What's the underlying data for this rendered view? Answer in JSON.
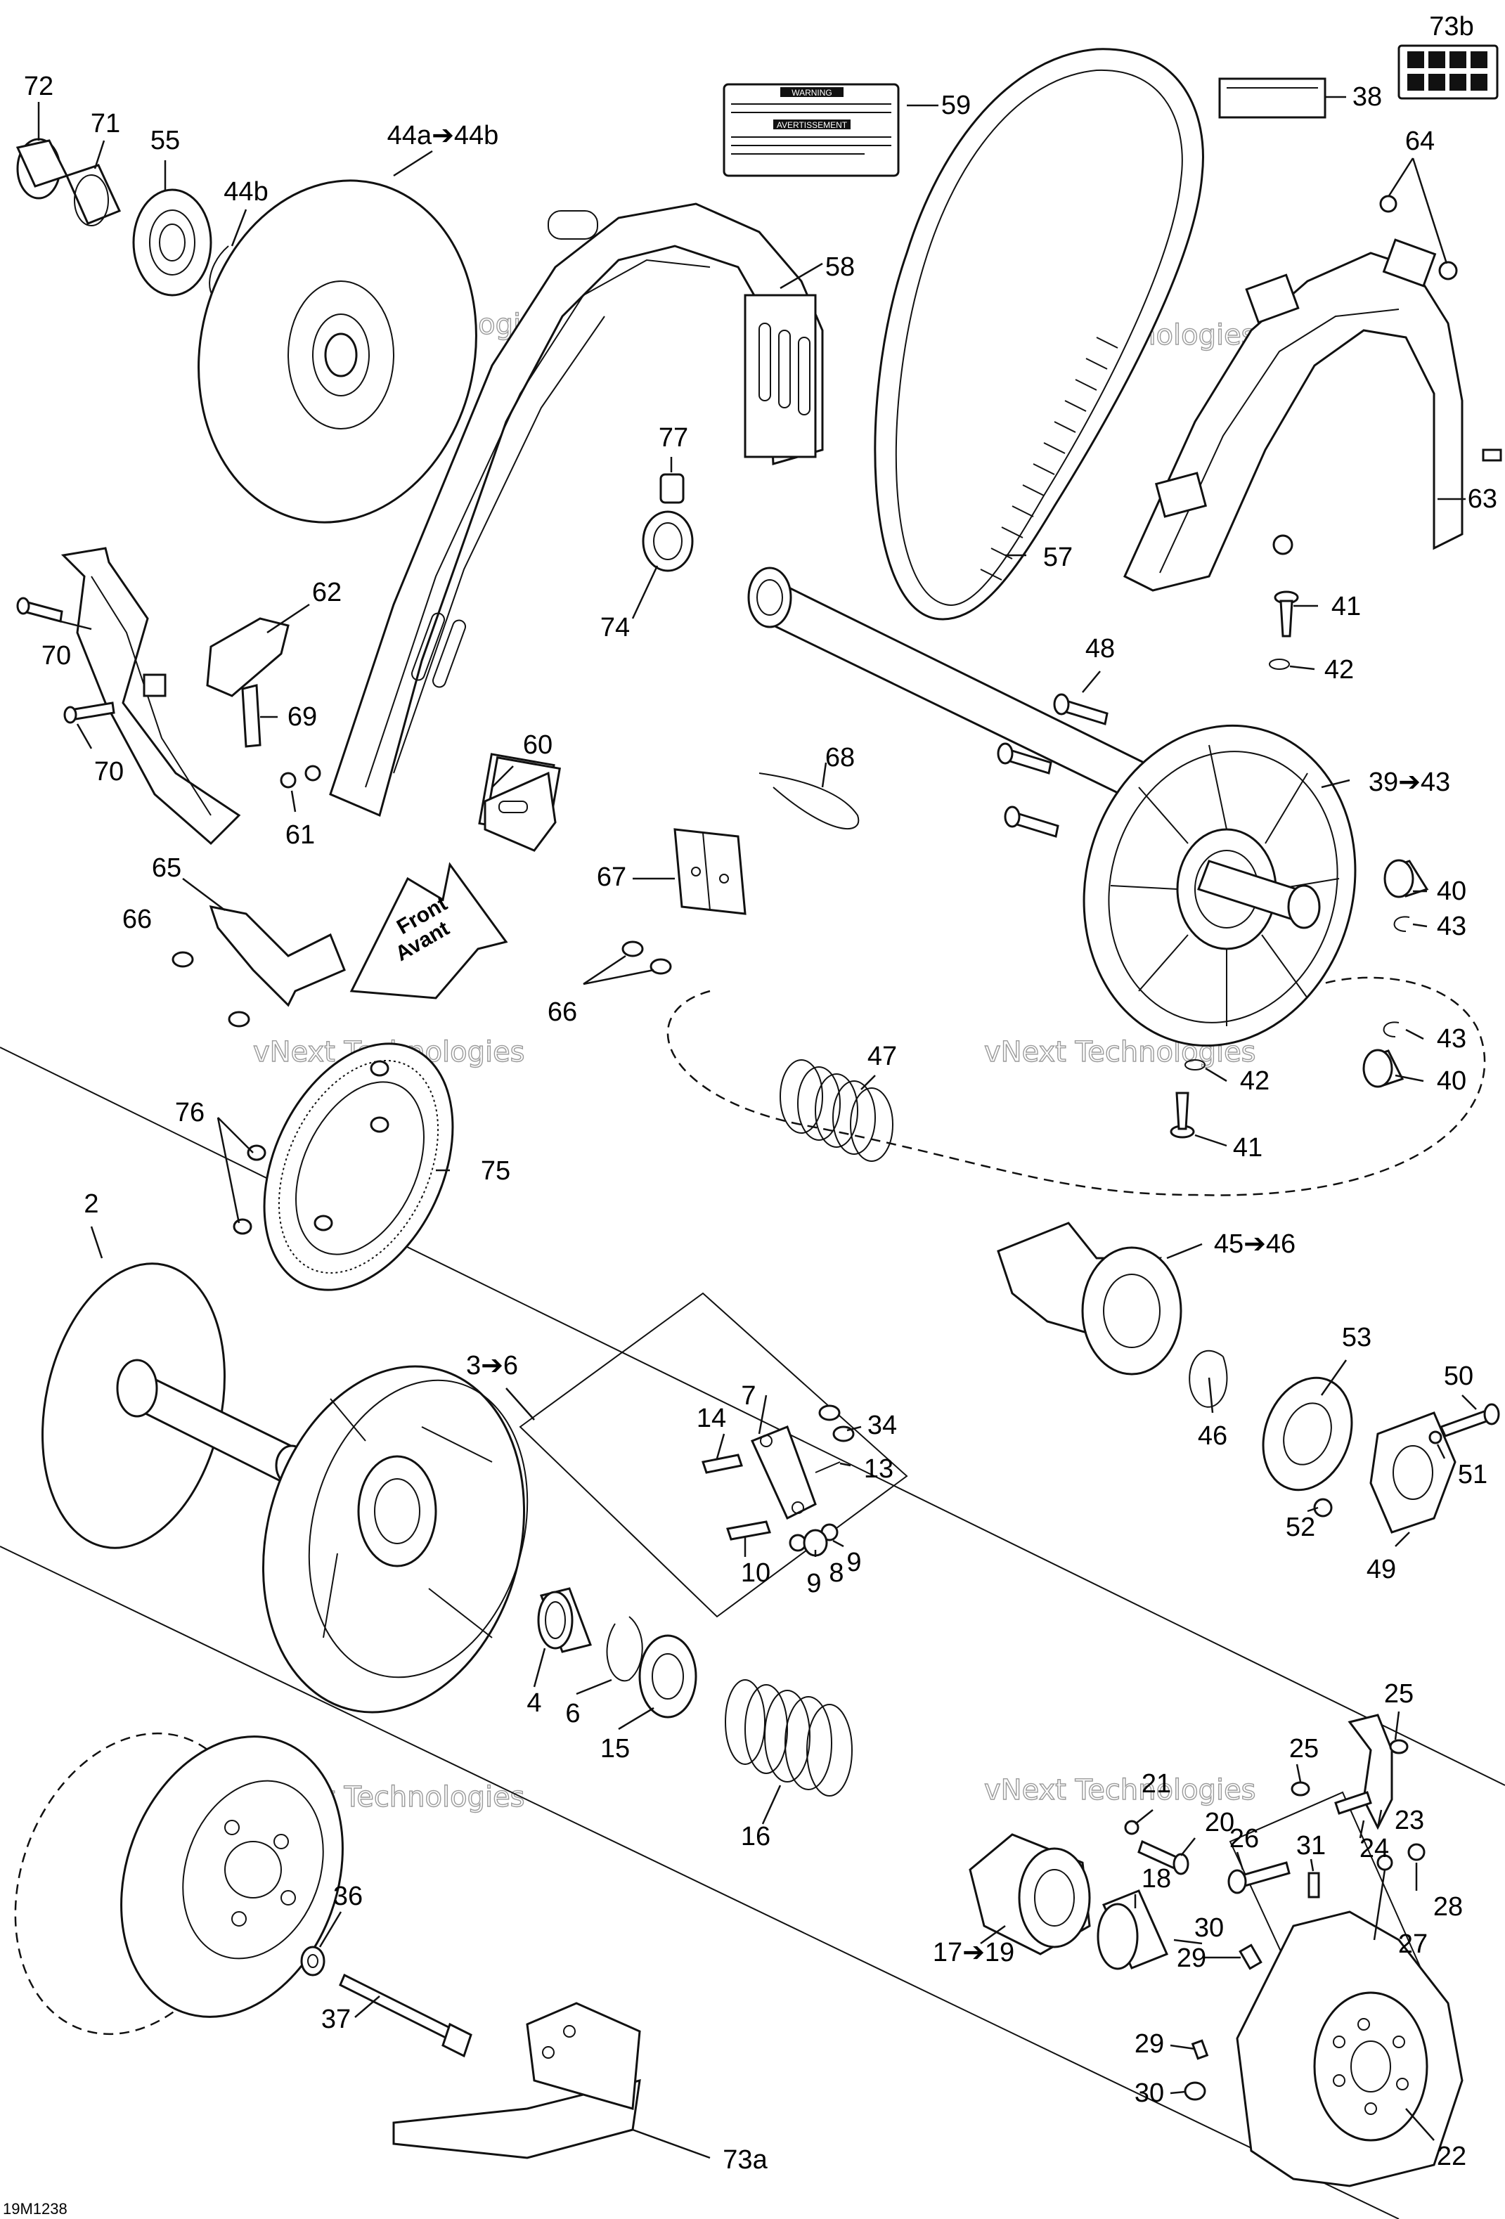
{
  "figure_code": "19M1238",
  "watermark": "vNext Technologies",
  "warning_decal": {
    "line1": "WARNING",
    "line2": "AVERTISSEMENT"
  },
  "front_arrow": {
    "line1": "Front",
    "line2": "Avant"
  },
  "callouts": {
    "c72": "72",
    "c71": "71",
    "c55": "55",
    "c44ab": "44a➔44b",
    "c44b": "44b",
    "c59": "59",
    "c73b": "73b",
    "c38": "38",
    "c64": "64",
    "c58": "58",
    "c77": "77",
    "c74": "74",
    "c57": "57",
    "c63": "63",
    "c62": "62",
    "c70a": "70",
    "c69": "69",
    "c70b": "70",
    "c60": "60",
    "c61": "61",
    "c41a": "41",
    "c42a": "42",
    "c48": "48",
    "c68": "68",
    "c39": "39➔43",
    "c65": "65",
    "c66a": "66",
    "c67": "67",
    "c40a": "40",
    "c43a": "43",
    "c66b": "66",
    "c43b": "43",
    "c47": "47",
    "c42b": "42",
    "c40b": "40",
    "c76": "76",
    "c75": "75",
    "c41b": "41",
    "c2": "2",
    "c45": "45➔46",
    "c3": "3➔6",
    "c53": "53",
    "c50": "50",
    "c7": "7",
    "c14": "14",
    "c34": "34",
    "c13": "13",
    "c46": "46",
    "c51": "51",
    "c52": "52",
    "c10": "10",
    "c9a": "9",
    "c8": "8",
    "c9b": "9",
    "c49": "49",
    "c4": "4",
    "c6": "6",
    "c15": "15",
    "c25a": "25",
    "c25b": "25",
    "c16": "16",
    "c21": "21",
    "c20": "20",
    "c23": "23",
    "c24": "24",
    "c26": "26",
    "c31": "31",
    "c18": "18",
    "c36": "36",
    "c30a": "30",
    "c28": "28",
    "c27": "27",
    "c29a": "29",
    "c17": "17➔19",
    "c37": "37",
    "c29b": "29",
    "c30b": "30",
    "c22": "22",
    "c73a": "73a"
  }
}
